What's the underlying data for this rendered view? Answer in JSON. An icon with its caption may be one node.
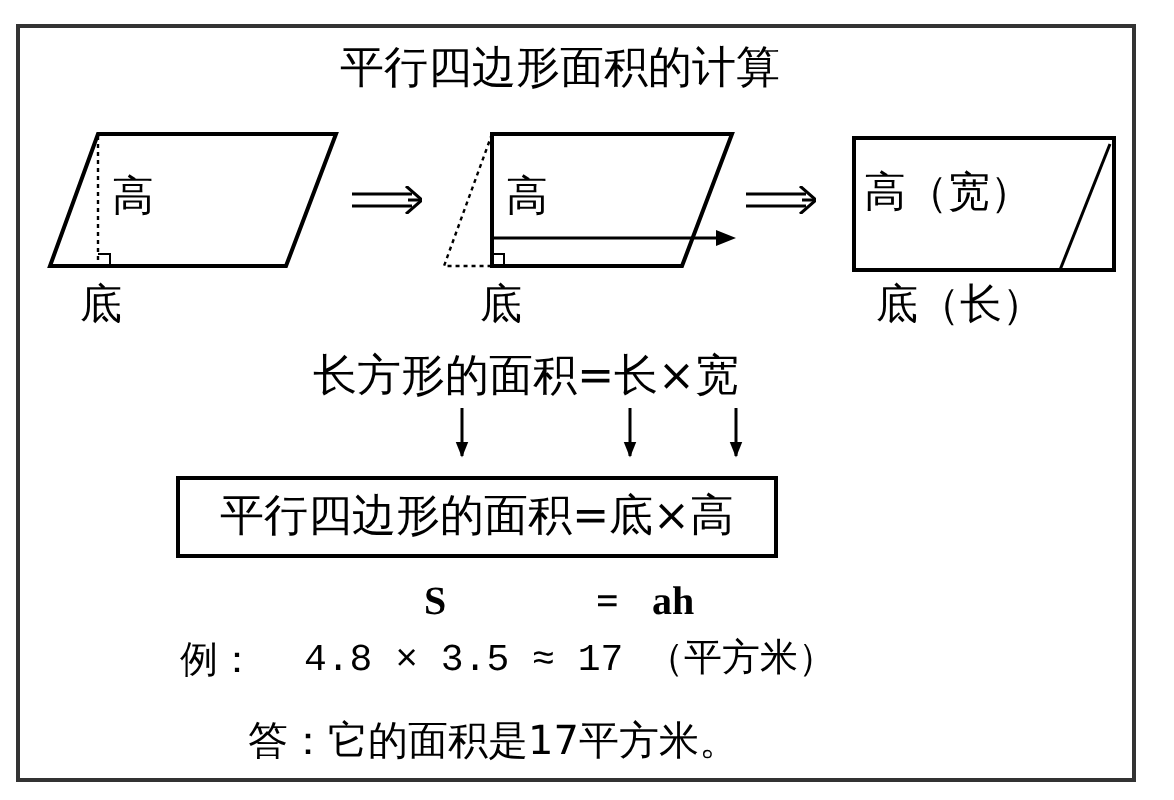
{
  "diagram": {
    "title": "平行四边形面积的计算",
    "nodes": [
      {
        "text": [
          "高"
        ],
        "beside": [
          "底"
        ]
      },
      {
        "text": [
          "高"
        ],
        "beside": [
          "底"
        ]
      },
      {
        "text": [
          "高（宽）"
        ],
        "beside": [
          "底（长）"
        ]
      },
      {
        "text": [
          "长方形的面积=长×宽"
        ]
      },
      {
        "text": [
          "平行四边形的面积=底×高"
        ]
      }
    ],
    "edges": [
      {
        "from": 0,
        "to": 1,
        "arrow": "to"
      },
      {
        "from": 1,
        "to": 2,
        "arrow": "to"
      },
      {
        "from": 3,
        "to": 4,
        "arrow": "to"
      },
      {
        "from": 3,
        "to": 4,
        "arrow": "to"
      },
      {
        "from": 3,
        "to": 4,
        "arrow": "to"
      }
    ],
    "labels": [
      "S",
      "=",
      "ah",
      "例：",
      "4.8 × 3.5 ≈ 17 （平方米）",
      "答：它的面积是17平方米。"
    ]
  }
}
